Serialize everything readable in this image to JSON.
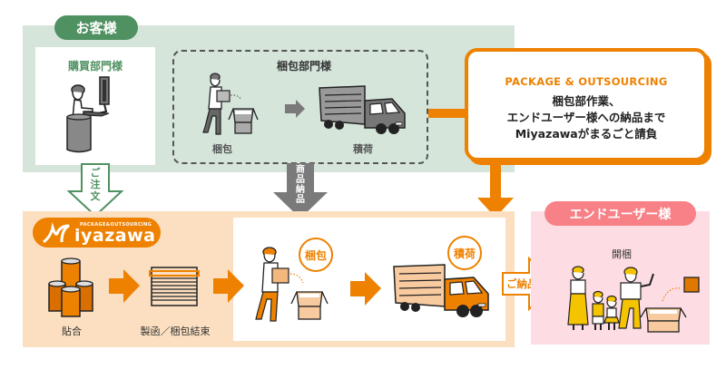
{
  "customer": {
    "badge": "お客様",
    "purchasing": {
      "title": "購買部門様"
    },
    "packing_dept": {
      "title": "梱包部門様",
      "step_pack": "梱包",
      "step_load": "積荷"
    }
  },
  "arrows": {
    "order": [
      "ご",
      "注",
      "文"
    ],
    "goods_delivery": [
      "商",
      "品",
      "納",
      "品"
    ],
    "delivery": "ご納品"
  },
  "callout": {
    "title": "PACKAGE & OUTSOURCING",
    "lines": [
      "梱包部作業、",
      "エンドユーザー様への納品まで",
      "Miyazawaがまるごと請負"
    ]
  },
  "miyazawa": {
    "logo_tagline": "PACKAGE&OUTSOURCING",
    "logo_name": "Miyazawa",
    "logo_display": "iyazawa",
    "step_laminate": "貼合",
    "step_box": "製函／梱包結束",
    "badge_pack": "梱包",
    "badge_load": "積荷"
  },
  "end_user": {
    "badge": "エンドユーザー様",
    "step_unpack": "開梱"
  },
  "colors": {
    "green": "#4f9160",
    "green_bg": "#d5e5da",
    "orange": "#ee8100",
    "peach_bg": "#fbdfc0",
    "pink": "#f88087",
    "pink_bg": "#fddde3",
    "gray": "#7a7a7a"
  }
}
